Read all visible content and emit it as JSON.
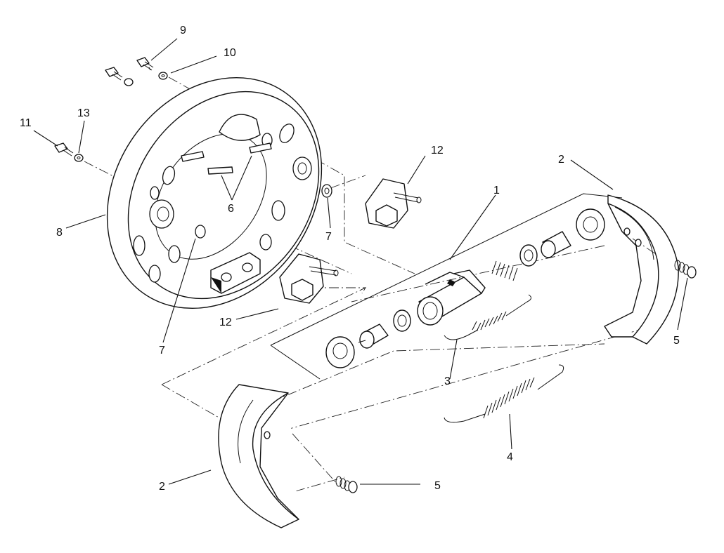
{
  "callouts": {
    "c1": "1",
    "c2_top": "2",
    "c2_bottom": "2",
    "c3": "3",
    "c4": "4",
    "c5_right": "5",
    "c5_bottom": "5",
    "c6": "6",
    "c7_right": "7",
    "c7_bottom": "7",
    "c8": "8",
    "c9": "9",
    "c10": "10",
    "c11": "11",
    "c12_top": "12",
    "c12_bottom": "12",
    "c13": "13"
  }
}
